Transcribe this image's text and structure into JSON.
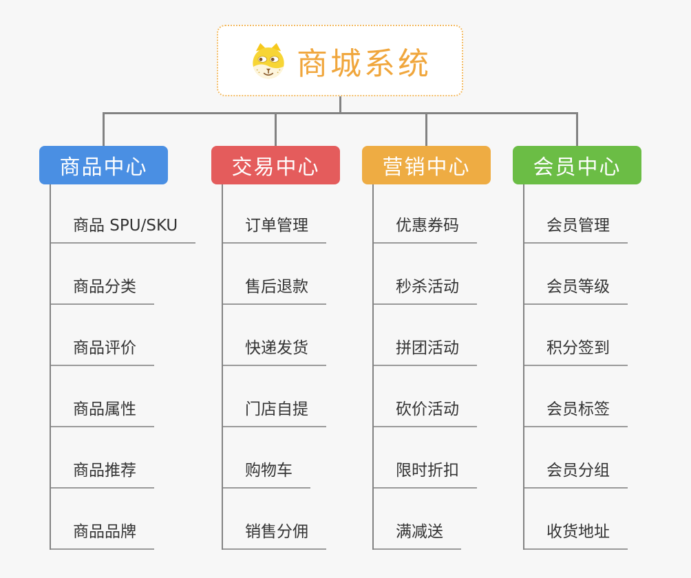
{
  "root": {
    "title": "商城系统",
    "icon": "dog-face-icon"
  },
  "branches": [
    {
      "label": "商品中心",
      "color": "#4a8fe3",
      "children": [
        "商品 SPU/SKU",
        "商品分类",
        "商品评价",
        "商品属性",
        "商品推荐",
        "商品品牌"
      ]
    },
    {
      "label": "交易中心",
      "color": "#e45c5c",
      "children": [
        "订单管理",
        "售后退款",
        "快递发货",
        "门店自提",
        "购物车",
        "销售分佣"
      ]
    },
    {
      "label": "营销中心",
      "color": "#eeac43",
      "children": [
        "优惠券码",
        "秒杀活动",
        "拼团活动",
        "砍价活动",
        "限时折扣",
        "满减送"
      ]
    },
    {
      "label": "会员中心",
      "color": "#6bbd45",
      "children": [
        "会员管理",
        "会员等级",
        "积分签到",
        "会员标签",
        "会员分组",
        "收货地址"
      ]
    }
  ],
  "colors": {
    "background": "#f7f7f7",
    "connector": "#828282",
    "underline": "#999999",
    "leaf_text": "#333333",
    "root_text": "#f0a63c",
    "root_border": "#f3b95f"
  }
}
